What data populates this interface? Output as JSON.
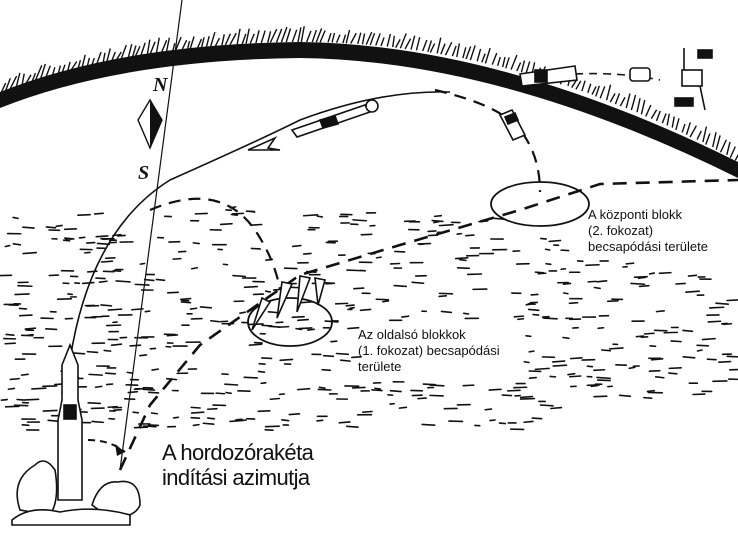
{
  "labels": {
    "central_block": [
      "A központi blokk",
      "(2. fokozat)",
      "becsapódási területe"
    ],
    "side_blocks": [
      "Az oldalsó blokkok",
      "(1. fokozat) becsapódási",
      "területe"
    ],
    "azimuth": [
      "A hordozórakéta",
      "indítási azimutja"
    ]
  },
  "compass": {
    "north": "N",
    "south": "S"
  },
  "colors": {
    "ink": "#111111",
    "paper": "#ffffff"
  }
}
